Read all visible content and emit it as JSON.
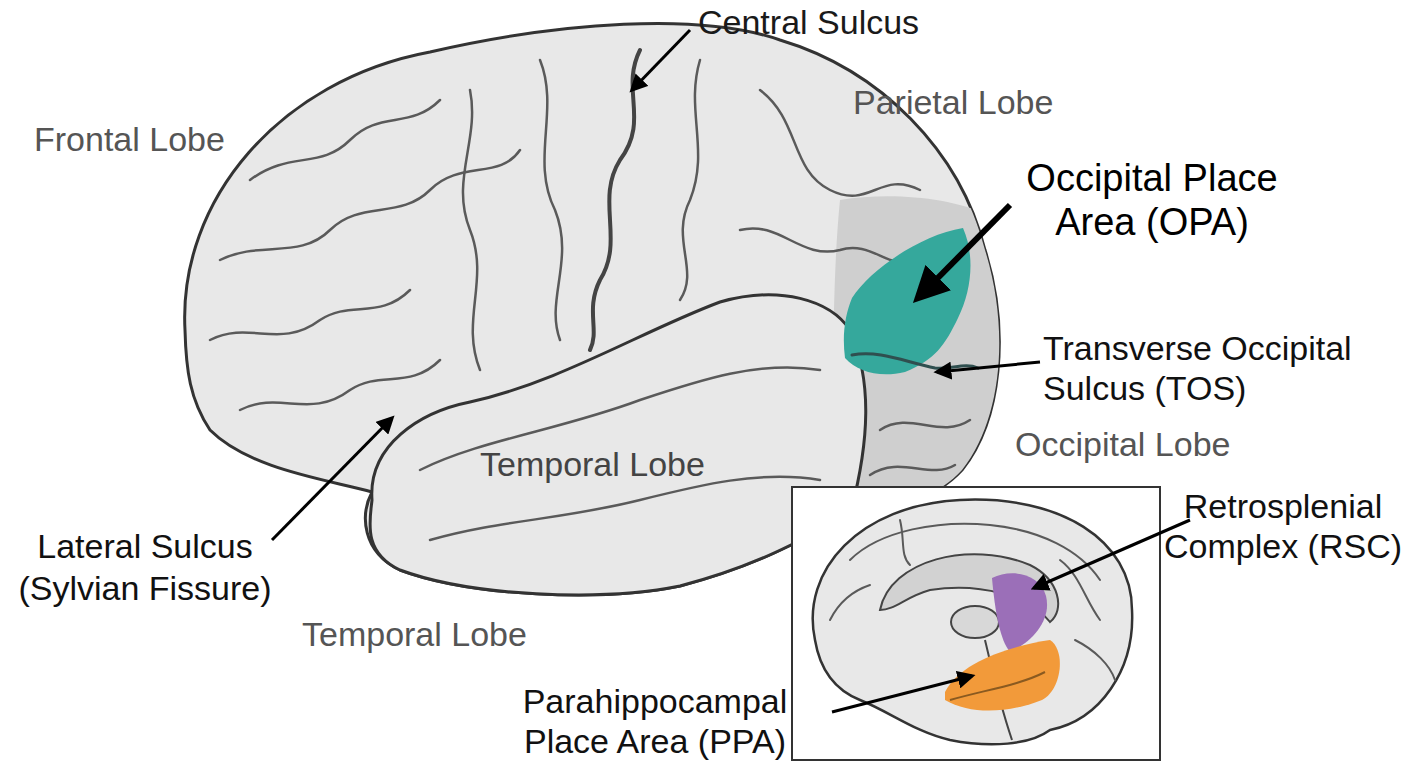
{
  "diagram": {
    "labels": [
      "Central Sulcus",
      "Parietal Lobe",
      "Frontal Lobe",
      "Occipital Place Area (OPA)",
      "Transverse Occipital Sulcus (TOS)",
      "Occipital Lobe",
      "Temporal Lobe",
      "Retrosplenial Complex (RSC)",
      "Lateral Sulcus (Sylvian Fissure)",
      "Temporal Lobe",
      "Parahippocampal Place Area (PPA)"
    ]
  }
}
